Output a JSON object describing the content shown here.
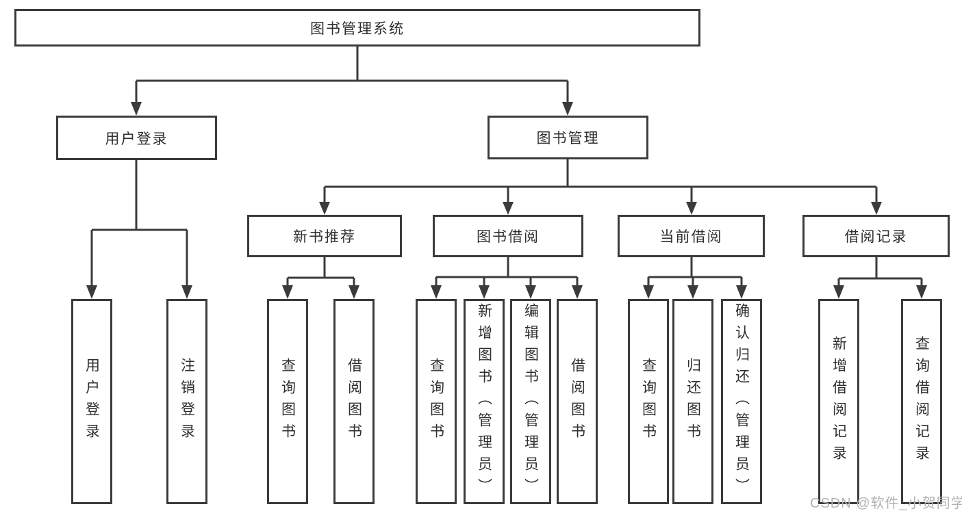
{
  "diagram_title": "图书管理系统",
  "tree": {
    "root": {
      "label": "图书管理系统",
      "children": [
        {
          "label": "用户登录",
          "children": [
            {
              "label": "用户登录"
            },
            {
              "label": "注销登录"
            }
          ]
        },
        {
          "label": "图书管理",
          "children": [
            {
              "label": "新书推荐",
              "children": [
                {
                  "label": "查询图书"
                },
                {
                  "label": "借阅图书"
                }
              ]
            },
            {
              "label": "图书借阅",
              "children": [
                {
                  "label": "查询图书"
                },
                {
                  "label": "新增图书（管理员）"
                },
                {
                  "label": "编辑图书（管理员）"
                },
                {
                  "label": "借阅图书"
                }
              ]
            },
            {
              "label": "当前借阅",
              "children": [
                {
                  "label": "查询图书"
                },
                {
                  "label": "归还图书"
                },
                {
                  "label": "确认归还（管理员）"
                }
              ]
            },
            {
              "label": "借阅记录",
              "children": [
                {
                  "label": "新增借阅记录"
                },
                {
                  "label": "查询借阅记录"
                }
              ]
            }
          ]
        }
      ]
    }
  },
  "watermark": {
    "text": "CSDN @软件_小贺同学"
  },
  "colors": {
    "line": "#3b3b3b",
    "text": "#2f2f2f",
    "watermark": "#b3b3b3",
    "background": "#ffffff"
  }
}
